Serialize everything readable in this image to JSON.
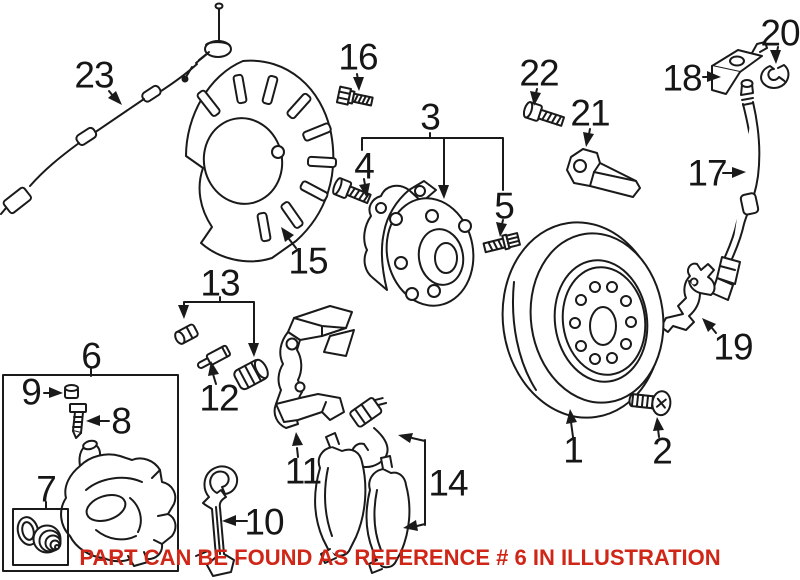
{
  "diagram": {
    "caption": "PART CAN BE FOUND AS REFERENCE # 6 IN ILLUSTRATION",
    "caption_color": "#d02618",
    "line_color": "#1a1a1a",
    "background_color": "#ffffff",
    "callouts": [
      "1",
      "2",
      "3",
      "4",
      "5",
      "6",
      "7",
      "8",
      "9",
      "10",
      "11",
      "12",
      "13",
      "14",
      "15",
      "16",
      "17",
      "18",
      "19",
      "20",
      "21",
      "22",
      "23"
    ]
  }
}
